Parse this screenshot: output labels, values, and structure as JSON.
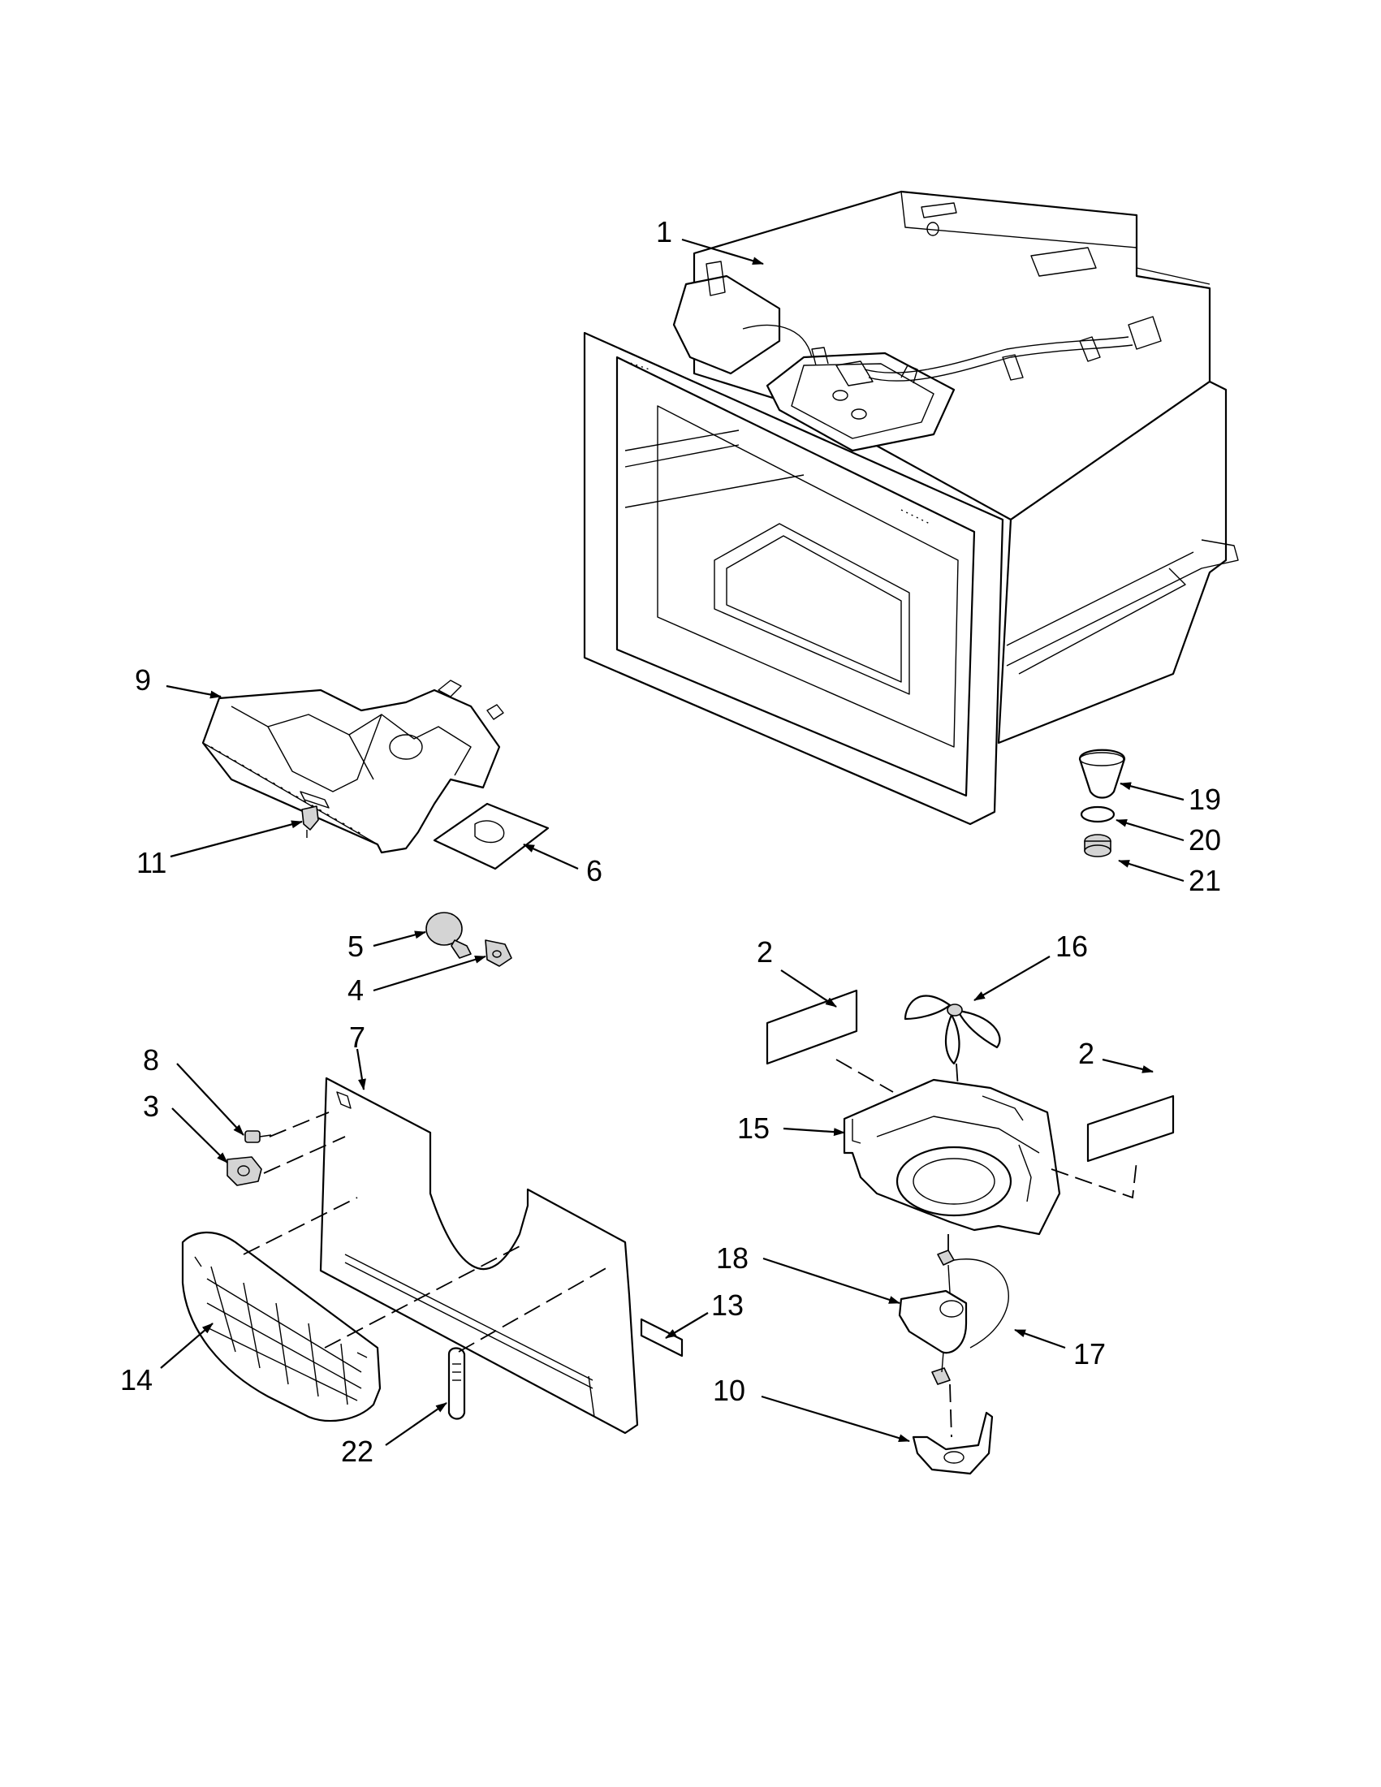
{
  "diagram": {
    "callouts": [
      {
        "id": "callout-1",
        "part": "1"
      },
      {
        "id": "callout-2a",
        "part": "2"
      },
      {
        "id": "callout-2b",
        "part": "2"
      },
      {
        "id": "callout-3",
        "part": "3"
      },
      {
        "id": "callout-4",
        "part": "4"
      },
      {
        "id": "callout-5",
        "part": "5"
      },
      {
        "id": "callout-6",
        "part": "6"
      },
      {
        "id": "callout-7",
        "part": "7"
      },
      {
        "id": "callout-8",
        "part": "8"
      },
      {
        "id": "callout-9",
        "part": "9"
      },
      {
        "id": "callout-10",
        "part": "10"
      },
      {
        "id": "callout-11",
        "part": "11"
      },
      {
        "id": "callout-13",
        "part": "13"
      },
      {
        "id": "callout-14",
        "part": "14"
      },
      {
        "id": "callout-15",
        "part": "15"
      },
      {
        "id": "callout-16",
        "part": "16"
      },
      {
        "id": "callout-17",
        "part": "17"
      },
      {
        "id": "callout-18",
        "part": "18"
      },
      {
        "id": "callout-19",
        "part": "19"
      },
      {
        "id": "callout-20",
        "part": "20"
      },
      {
        "id": "callout-21",
        "part": "21"
      },
      {
        "id": "callout-22",
        "part": "22"
      }
    ]
  }
}
